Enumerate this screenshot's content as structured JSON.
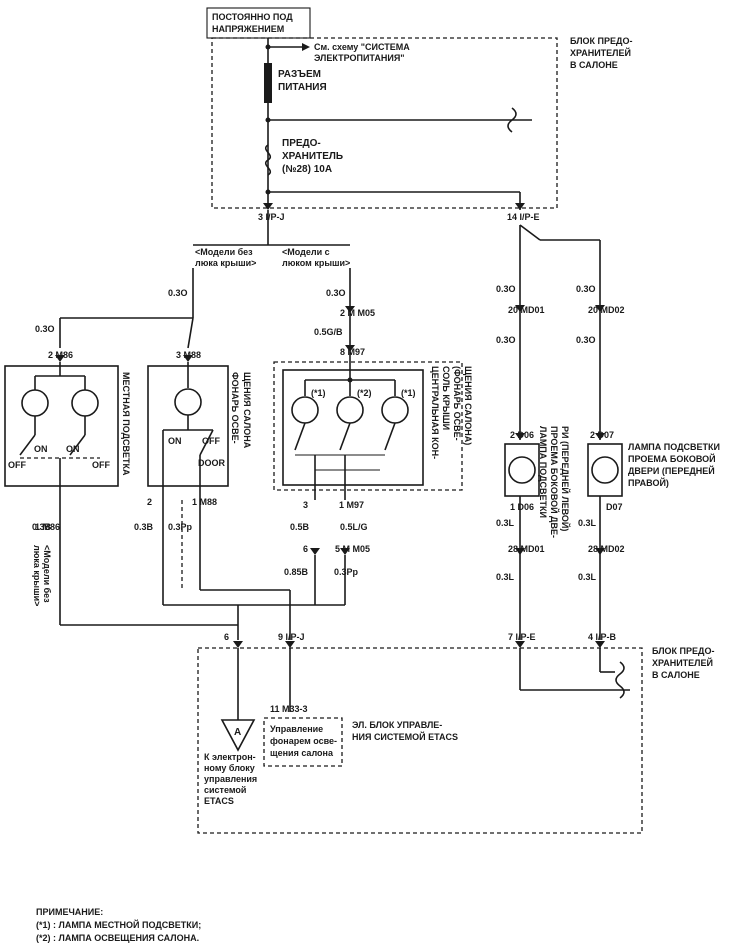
{
  "labels": {
    "constant_power": [
      "ПОСТОЯННО ПОД",
      "НАПРЯЖЕНИЕМ"
    ],
    "see_scheme": [
      "См. схему \"СИСТЕМА",
      "ЭЛЕКТРОПИТАНИЯ\""
    ],
    "power_connector": [
      "РАЗЪЕМ",
      "ПИТАНИЯ"
    ],
    "fuse": [
      "ПРЕДО-",
      "ХРАНИТЕЛЬ",
      "(№28) 10А"
    ],
    "fuse_block_top": [
      "БЛОК ПРЕДО-",
      "ХРАНИТЕЛЕЙ",
      "В САЛОНЕ"
    ],
    "fuse_block_bottom": [
      "БЛОК ПРЕДО-",
      "ХРАНИТЕЛЕЙ",
      "В САЛОНЕ"
    ],
    "models_without_sunroof": [
      "<Модели без",
      "люка крыши>"
    ],
    "models_with_sunroof": [
      "<Модели с",
      "люком крыши>"
    ],
    "models_without_sunroof_vertical": [
      "<Модели без",
      "люка крыши>"
    ],
    "local_light": "МЕСТНАЯ ПОДСВЕТКА",
    "interior_lamp": [
      "ФОНАРЬ ОСВЕ-",
      "ЩЕНИЯ САЛОНА"
    ],
    "console_lamp": [
      "ЦЕНТРАЛЬНАЯ КОН-",
      "СОЛЬ КРЫШИ",
      "(ФОНАРЬ ОСВЕ-",
      "ЩЕНИЯ САЛОНА)"
    ],
    "door_lamp_left": [
      "ЛАМПА ПОДСВЕТКИ",
      "ПРОЕМА БОКОВОЙ ДВЕ-",
      "РИ (ПЕРЕДНЕЙ ЛЕВОЙ)"
    ],
    "door_lamp_right": [
      "ЛАМПА ПОДСВЕТКИ",
      "ПРОЕМА БОКОВОЙ",
      "ДВЕРИ (ПЕРЕДНЕЙ",
      "ПРАВОЙ)"
    ],
    "etacs_unit": [
      "ЭЛ. БЛОК УПРАВЛЕ-",
      "НИЯ СИСТЕМОЙ ETACS"
    ],
    "etacs_control": [
      "Управление",
      "фонарем осве-",
      "щения салона"
    ],
    "to_etacs": [
      "К электрон-",
      "ному блоку",
      "управления",
      "системой",
      "ETACS"
    ],
    "ground_a": "A",
    "note_title": "ПРИМЕЧАНИЕ:",
    "note_1": "(*1) : ЛАМПА МЕСТНОЙ ПОДСВЕТКИ;",
    "note_2": "(*2) : ЛАМПА ОСВЕЩЕНИЯ САЛОНА."
  },
  "switch_labels": {
    "on": "ON",
    "off": "OFF",
    "door": "DOOR"
  },
  "lamp_marks": {
    "m1": "(*1)",
    "m2": "(*2)"
  },
  "connectors": {
    "c_3_jp_j": "3  I/P-J",
    "c_14_jp_e": "14  I/P-E",
    "c_2_mm05": "2  M M05",
    "c_8_m97": "8  M97",
    "c_2_m86": "2  M86",
    "c_3_m88": "3  M88",
    "c_20_md01": "20  MD01",
    "c_20_md02": "20  MD02",
    "c_2_d06": "2  D06",
    "c_2_d07": "2  D07",
    "c_1_m86": "1  M86",
    "c_2_m88_b": "2",
    "c_1_m88": "1  M88",
    "c_3_m97": "3",
    "c_1_m97": "1  M97",
    "c_6": "6",
    "c_5_mm05": "5  M M05",
    "c_1_d06": "1  D06",
    "c_d07": "D07",
    "c_28_md01": "28  MD01",
    "c_28_md02": "28  MD02",
    "c_6_jp": "6",
    "c_9_jp_j": "9  I/P-J",
    "c_7_jp_e": "7  I/P-E",
    "c_4_jp_b": "4  I/P-B",
    "c_11_m33": "11  M33-3"
  },
  "wires": {
    "w_03o_a": "0.3O",
    "w_03o_b": "0.3O",
    "w_03o_c": "0.3O",
    "w_05gb": "0.5G/B",
    "w_03o_d": "0.3O",
    "w_03o_e": "0.3O",
    "w_03o_f": "0.3O",
    "w_03o_g": "0.3O",
    "w_03b_a": "0.3B",
    "w_03b_b": "0.3B",
    "w_03pp": "0.3Pp",
    "w_05b": "0.5B",
    "w_05lg": "0.5L/G",
    "w_085b": "0.85B",
    "w_03pp_b": "0.3Pp",
    "w_03l_a": "0.3L",
    "w_03l_b": "0.3L",
    "w_03l_c": "0.3L",
    "w_03l_d": "0.3L"
  }
}
